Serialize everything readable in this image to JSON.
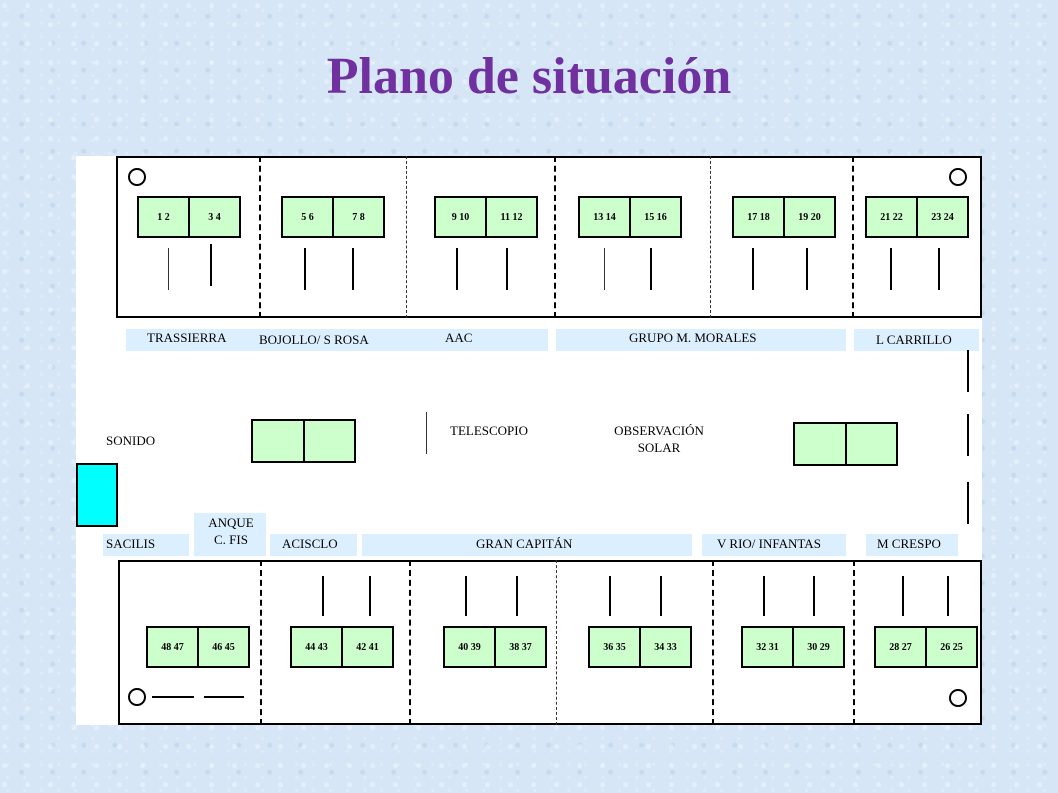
{
  "title": "Plano de situación",
  "top_pairs": [
    {
      "a": "1 2",
      "b": "3 4"
    },
    {
      "a": "5 6",
      "b": "7 8"
    },
    {
      "a": "9  10",
      "b": "11 12"
    },
    {
      "a": "13 14",
      "b": "15 16"
    },
    {
      "a": "17 18",
      "b": "19 20"
    },
    {
      "a": "21 22",
      "b": "23 24"
    }
  ],
  "bottom_pairs": [
    {
      "a": "48 47",
      "b": "46  45"
    },
    {
      "a": "44  43",
      "b": "42  41"
    },
    {
      "a": "40  39",
      "b": "38 37"
    },
    {
      "a": "36 35",
      "b": "34 33"
    },
    {
      "a": "32 31",
      "b": "30 29"
    },
    {
      "a": "28 27",
      "b": "26 25"
    }
  ],
  "labels": {
    "trassierra": "TRASSIERRA",
    "bojollo": "BOJOLLO/ S ROSA",
    "aac": "AAC",
    "grupo": "GRUPO  M.  MORALES",
    "carrillo": "L CARRILLO",
    "sonido": "SONIDO",
    "telescopio": "TELESCOPIO",
    "observacion_1": "OBSERVACIÓN",
    "observacion_2": "SOLAR",
    "anque_1": "ANQUE",
    "anque_2": "C. FIS",
    "sacilis": "SACILIS",
    "acisclo": "ACISCLO",
    "gran_capitan": "GRAN CAPITÁN",
    "vrio": "V RIO/  INFANTAS",
    "mcrespo": "M CRESPO"
  },
  "colors": {
    "title": "#7030a0",
    "seat_fill": "#ccffcc",
    "band_fill": "#dcefff",
    "sound_booth": "#00ffff"
  }
}
